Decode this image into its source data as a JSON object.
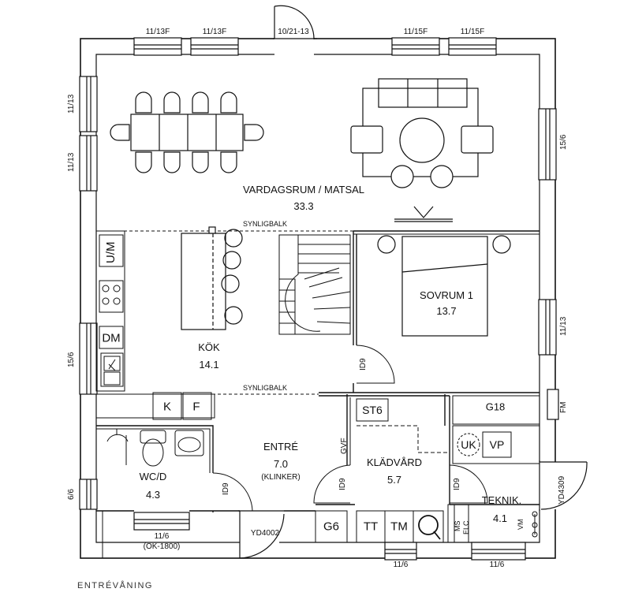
{
  "caption": "ENTRÉVÅNING",
  "rooms": {
    "vardagsrum": {
      "name": "VARDAGSRUM / MATSAL",
      "area": "33.3"
    },
    "sovrum": {
      "name": "SOVRUM 1",
      "area": "13.7"
    },
    "kok": {
      "name": "KÖK",
      "area": "14.1"
    },
    "entre": {
      "name": "ENTRÉ",
      "area": "7.0",
      "note": "(KLINKER)"
    },
    "wcd": {
      "name": "WC/D",
      "area": "4.3"
    },
    "kladvard": {
      "name": "KLÄDVÅRD",
      "area": "5.7"
    },
    "teknik": {
      "name": "TEKNIK.",
      "area": "4.1"
    }
  },
  "windows": {
    "top1": "11/13F",
    "top2": "11/13F",
    "top_door": "10/21-13",
    "top3": "11/15F",
    "top4": "11/15F",
    "left1": "11/13",
    "left2": "11/13",
    "left3": "15/6",
    "left4": "6/6",
    "right1": "15/6",
    "right2": "11/13",
    "bottom_wc": "11/6",
    "bottom_wc_note": "(ÖK-1800)",
    "bottom1": "11/6",
    "bottom2": "11/6"
  },
  "doors": {
    "yd_front": "YD4002",
    "yd_teknik": "YD4309",
    "id9_sovrum": "ID9",
    "id9_wc": "ID9",
    "id9_klad_left": "ID9",
    "id9_klad_right": "ID9"
  },
  "beams": {
    "upper": "SYNLIGBALK",
    "lower": "SYNLIGBALK"
  },
  "fixtures": {
    "um": "U/M",
    "dm": "DM",
    "k": "K",
    "f": "F",
    "g18": "G18",
    "fm": "FM",
    "st6": "ST6",
    "gvf": "GVF",
    "uk": "UK",
    "vp": "VP",
    "g6": "G6",
    "tt": "TT",
    "tm": "TM",
    "ms": "MS",
    "elc": "ELC",
    "vm": "VM"
  }
}
